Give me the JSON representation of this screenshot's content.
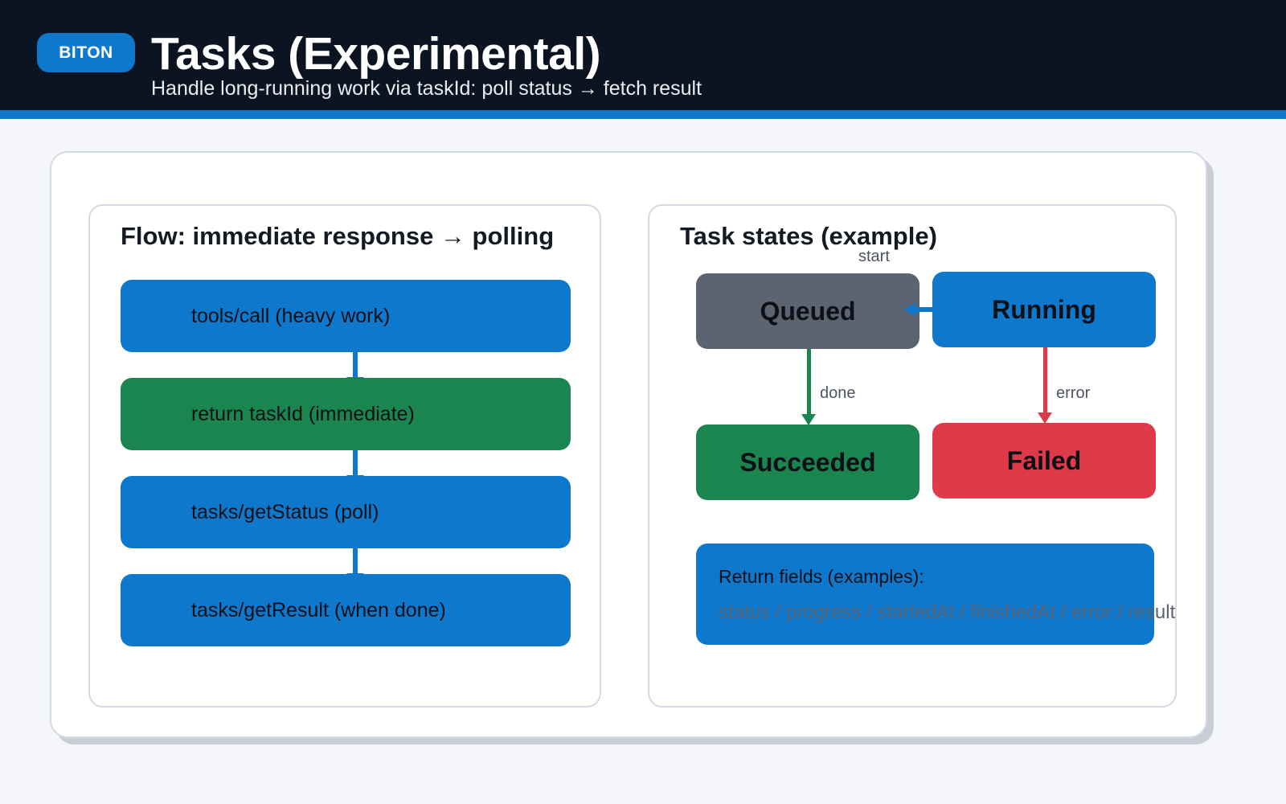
{
  "header": {
    "badge": "BITON",
    "title": "Tasks (Experimental)",
    "subtitle": "Handle long-running work via taskId: poll status → fetch result",
    "accent_color": "#0d78cc",
    "background_color": "#0b1420"
  },
  "left_card": {
    "title": "Flow: immediate response → polling",
    "steps": [
      {
        "label": "tools/call (heavy work)",
        "color": "#0d78cc"
      },
      {
        "label": "return taskId (immediate)",
        "color": "#1a854e"
      },
      {
        "label": "tasks/getStatus (poll)",
        "color": "#0d78cc"
      },
      {
        "label": "tasks/getResult (when done)",
        "color": "#0d78cc"
      }
    ]
  },
  "right_card": {
    "title": "Task states (example)",
    "transitions": {
      "start": "start",
      "done": "done",
      "error": "error"
    },
    "states": [
      {
        "label": "Queued",
        "color": "#5c6472"
      },
      {
        "label": "Running",
        "color": "#0d78cc"
      },
      {
        "label": "Succeeded",
        "color": "#1a854e"
      },
      {
        "label": "Failed",
        "color": "#df3a4a"
      }
    ],
    "return_box": {
      "title": "Return fields (examples):",
      "fields": "status / progress / startedAt / finishedAt / error / resultUri",
      "color": "#0d78cc"
    }
  }
}
